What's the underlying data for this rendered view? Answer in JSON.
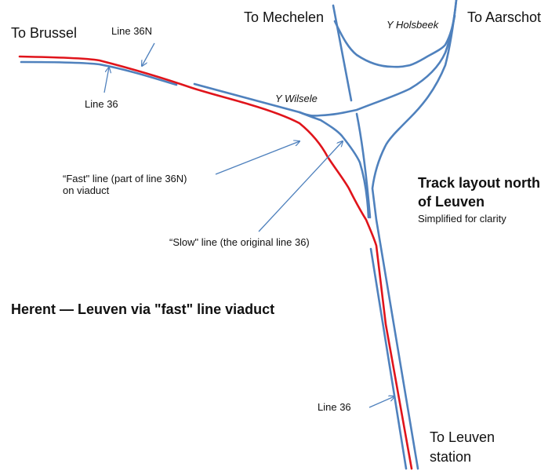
{
  "title": "Herent — Leuven via \"fast\" line viaduct",
  "destinations": {
    "brussel": "To Brussel",
    "mechelen": "To Mechelen",
    "aarschot": "To Aarschot",
    "leuven_line1": "To Leuven",
    "leuven_line2": "station"
  },
  "junctions": {
    "holsbeek": "Y Holsbeek",
    "wilsele": "Y Wilsele"
  },
  "labels": {
    "line36n": "Line 36N",
    "line36_top": "Line 36",
    "fast_line1": "“Fast\" line (part of line 36N)",
    "fast_line2": " on viaduct",
    "slow_line": "“Slow\" line (the original line 36)",
    "line36_bottom": "Line 36"
  },
  "info": {
    "heading_line1": "Track layout north",
    "heading_line2": "of Leuven",
    "subtitle": "Simplified for clarity"
  },
  "colors": {
    "track": "#4f81bd",
    "highlight_route": "#e0141b"
  }
}
